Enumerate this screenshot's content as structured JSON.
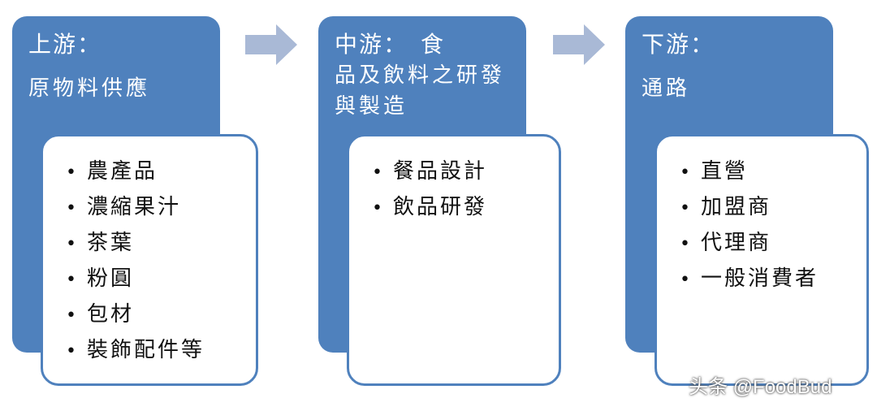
{
  "stages": [
    {
      "title": "上游：",
      "subtitle": "原物料供應",
      "items": [
        "農產品",
        "濃縮果汁",
        "茶葉",
        "粉圓",
        "包材",
        "裝飾配件等"
      ]
    },
    {
      "title": "中游：　食",
      "subtitle": "品及飲料之研發與製造",
      "items": [
        "餐品設計",
        "飲品研發"
      ]
    },
    {
      "title": "下游：",
      "subtitle": "通路",
      "items": [
        "直營",
        "加盟商",
        "代理商",
        "一般消費者"
      ]
    }
  ],
  "bullet": "•",
  "watermark": "头条 @FoodBud",
  "colors": {
    "panel": "#4f81bd",
    "arrow": "#a9b9d6",
    "card_border": "#4f81bd"
  }
}
